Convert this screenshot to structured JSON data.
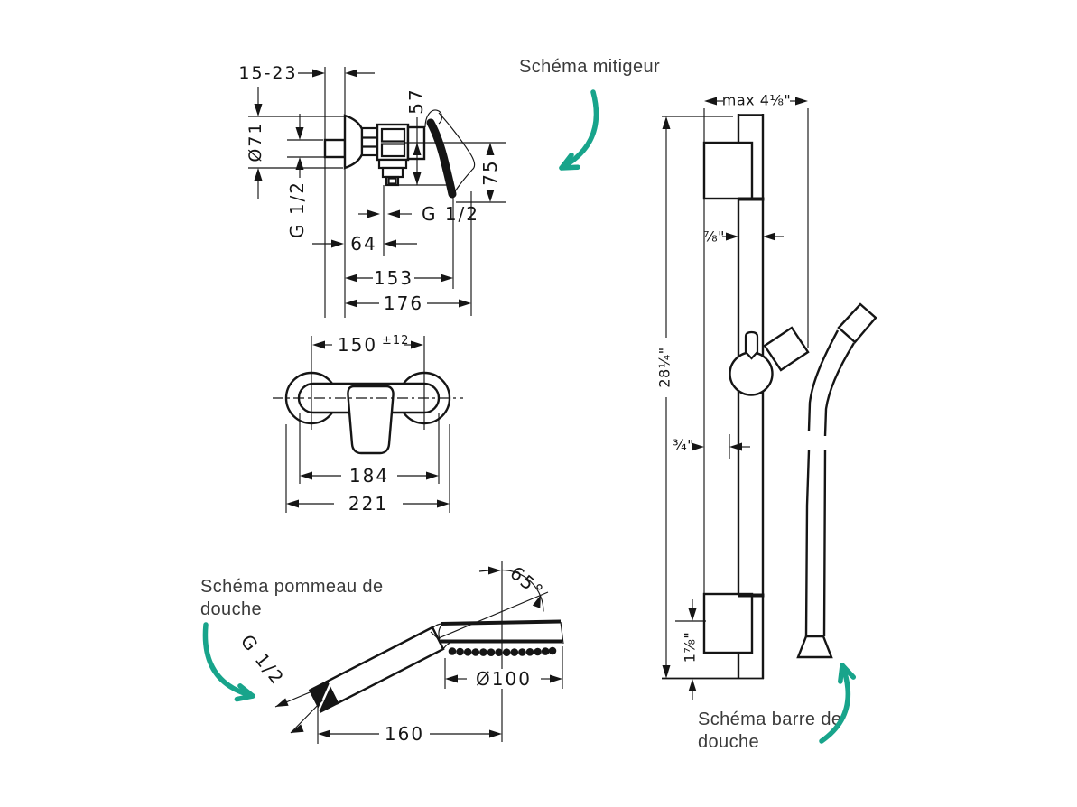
{
  "colors": {
    "line": "#151515",
    "accent_teal": "#18a48b",
    "label_text": "#3a3a3a",
    "background": "#ffffff"
  },
  "annotations": {
    "mixer": "Schéma mitigeur",
    "showerhead_line1": "Schéma pommeau de",
    "showerhead_line2": "douche",
    "bar_line1": "Schéma barre de",
    "bar_line2": "douche"
  },
  "mixer_side_view": {
    "wall_depth": "15-23",
    "escutcheon_diameter": "Ø71",
    "inlet_thread": "G 1/2",
    "dim_57": "57",
    "dim_75": "75",
    "outlet_thread": "G 1/2",
    "dim_64": "64",
    "dim_153": "153",
    "dim_176": "176"
  },
  "mixer_front_view": {
    "dim_150": "150",
    "dim_150_tolerance": "±12",
    "dim_184": "184",
    "dim_221": "221"
  },
  "hand_shower": {
    "angle": "65°",
    "thread": "G 1/2",
    "head_diameter": "Ø100",
    "length": "160"
  },
  "shower_bar": {
    "max_width": "max 4⅛\"",
    "bar_width": "⅞\"",
    "height": "28¼\"",
    "wall_offset": "¾\"",
    "bottom_offset": "1⅞\""
  }
}
